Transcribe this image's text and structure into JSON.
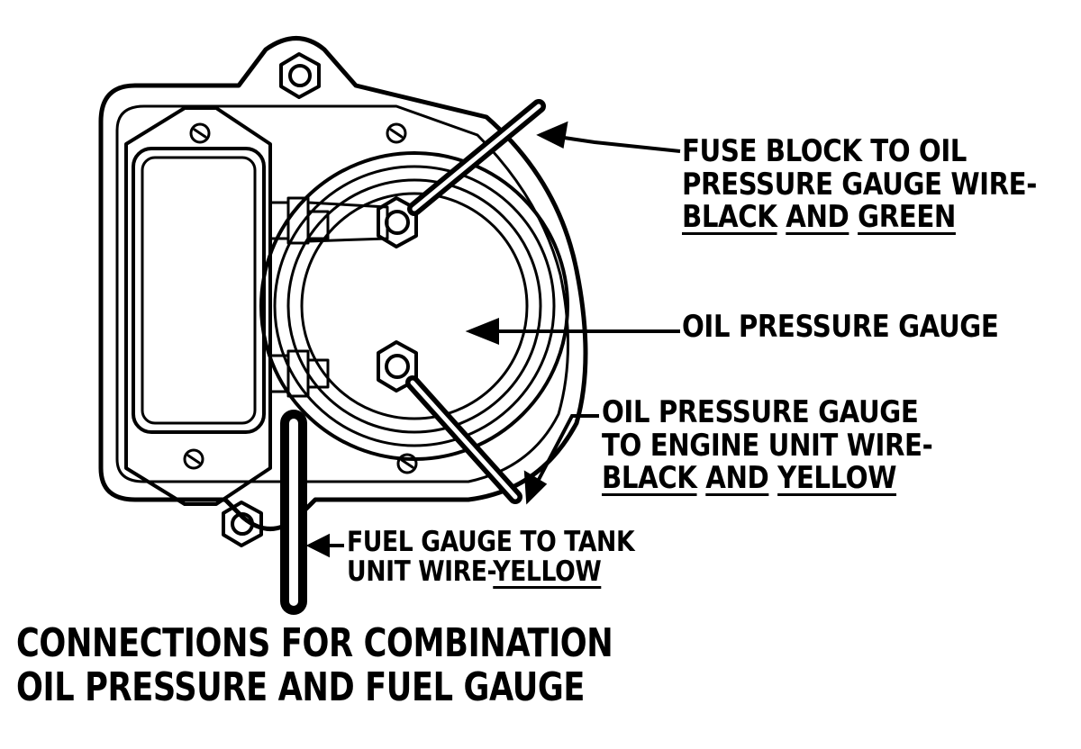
{
  "diagram": {
    "title_lines": [
      "CONNECTIONS FOR COMBINATION",
      "OIL PRESSURE AND FUEL GAUGE"
    ],
    "callouts": {
      "fuse_block_wire": {
        "line1": "FUSE BLOCK TO OIL",
        "line2": "PRESSURE GAUGE WIRE-",
        "colors": [
          "BLACK",
          "AND",
          "GREEN"
        ]
      },
      "oil_pressure_gauge": {
        "line1": "OIL PRESSURE GAUGE"
      },
      "engine_unit_wire": {
        "line1": "OIL PRESSURE GAUGE",
        "line2": "TO ENGINE UNIT WIRE-",
        "colors": [
          "BLACK",
          "AND",
          "YELLOW"
        ]
      },
      "fuel_tank_wire": {
        "line1": "FUEL GAUGE TO TANK",
        "line2_prefix": "UNIT WIRE-",
        "color": "YELLOW"
      }
    },
    "ink_color": "#000000",
    "paper_color": "#ffffff"
  }
}
